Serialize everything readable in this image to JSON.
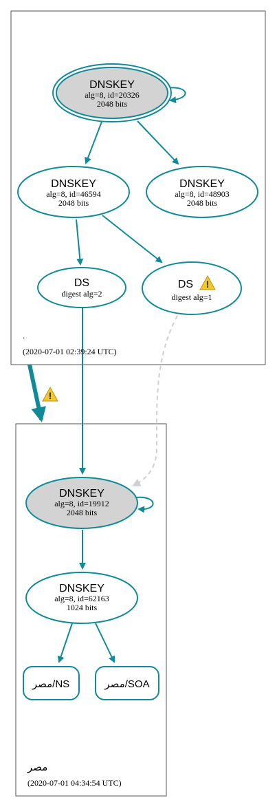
{
  "colors": {
    "edge": "#0f8a96",
    "edge_insecure": "#cfcfcf",
    "node_fill_sep": "#d3d3d3",
    "node_fill": "#ffffff",
    "zone_border": "#555555",
    "warning_fill": "#f2c82c"
  },
  "zones": {
    "root": {
      "label": ".",
      "timestamp": "(2020-07-01 02:39:24 UTC)"
    },
    "egypt": {
      "label": "مصر",
      "timestamp": "(2020-07-01 04:34:54 UTC)"
    }
  },
  "nodes": {
    "root_ksk": {
      "title": "DNSKEY",
      "line1": "alg=8, id=20326",
      "line2": "2048 bits"
    },
    "root_zsk1": {
      "title": "DNSKEY",
      "line1": "alg=8, id=46594",
      "line2": "2048 bits"
    },
    "root_zsk2": {
      "title": "DNSKEY",
      "line1": "alg=8, id=48903",
      "line2": "2048 bits"
    },
    "ds_alg2": {
      "title": "DS",
      "line1": "digest alg=2"
    },
    "ds_alg1": {
      "title": "DS",
      "line1": "digest alg=1"
    },
    "eg_ksk": {
      "title": "DNSKEY",
      "line1": "alg=8, id=19912",
      "line2": "2048 bits"
    },
    "eg_zsk": {
      "title": "DNSKEY",
      "line1": "alg=8, id=62163",
      "line2": "1024 bits"
    },
    "eg_ns": {
      "label": "مصر/NS"
    },
    "eg_soa": {
      "label": "مصر/SOA"
    }
  },
  "icons": {
    "warning": "warning-icon"
  }
}
